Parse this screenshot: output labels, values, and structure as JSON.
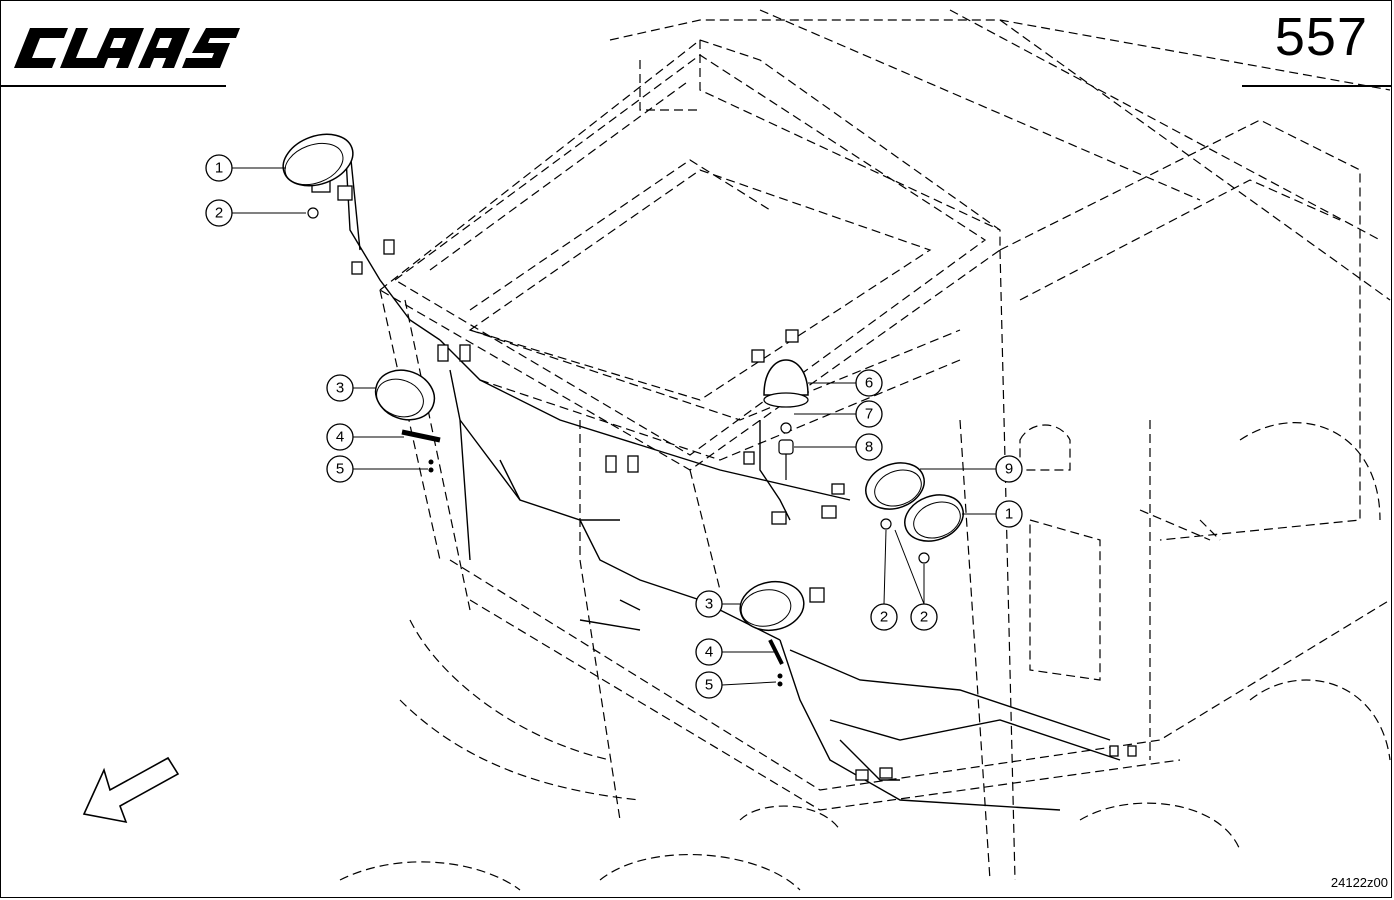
{
  "header": {
    "brand": "CLAAS",
    "page_number": "557"
  },
  "footer": {
    "drawing_code": "24122z00"
  },
  "callouts": [
    "1",
    "2",
    "3",
    "4",
    "5",
    "6",
    "7",
    "8",
    "9",
    "1",
    "2",
    "2",
    "3",
    "4",
    "5"
  ],
  "icons": {
    "direction": "arrow-down-left-icon"
  }
}
